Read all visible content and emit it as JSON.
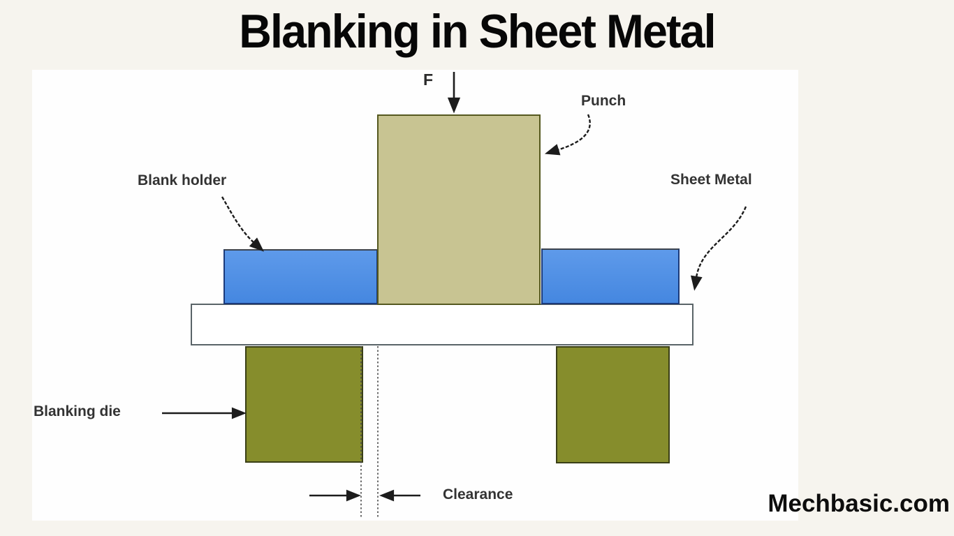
{
  "page": {
    "title": "Blanking in Sheet Metal",
    "watermark": "Mechbasic.com",
    "background_color": "#f6f4ee",
    "canvas_color": "#fefefe"
  },
  "diagram": {
    "labels": {
      "force": "F",
      "punch": "Punch",
      "blank_holder": "Blank holder",
      "sheet_metal": "Sheet Metal",
      "blanking_die": "Blanking die",
      "clearance": "Clearance"
    },
    "parts": [
      {
        "name": "punch",
        "label": "Punch",
        "fill": "#c8c492",
        "border": "#55581f"
      },
      {
        "name": "blank-holder",
        "label": "Blank holder",
        "fill": "#4e8fe3",
        "border": "#1b3a7a"
      },
      {
        "name": "sheet-metal",
        "label": "Sheet Metal",
        "fill": "#ffffff",
        "border": "#5a6468"
      },
      {
        "name": "blanking-die",
        "label": "Blanking die",
        "fill": "#868d2c",
        "border": "#3a3f16"
      }
    ],
    "annotation_color": "#1c1c1c"
  }
}
